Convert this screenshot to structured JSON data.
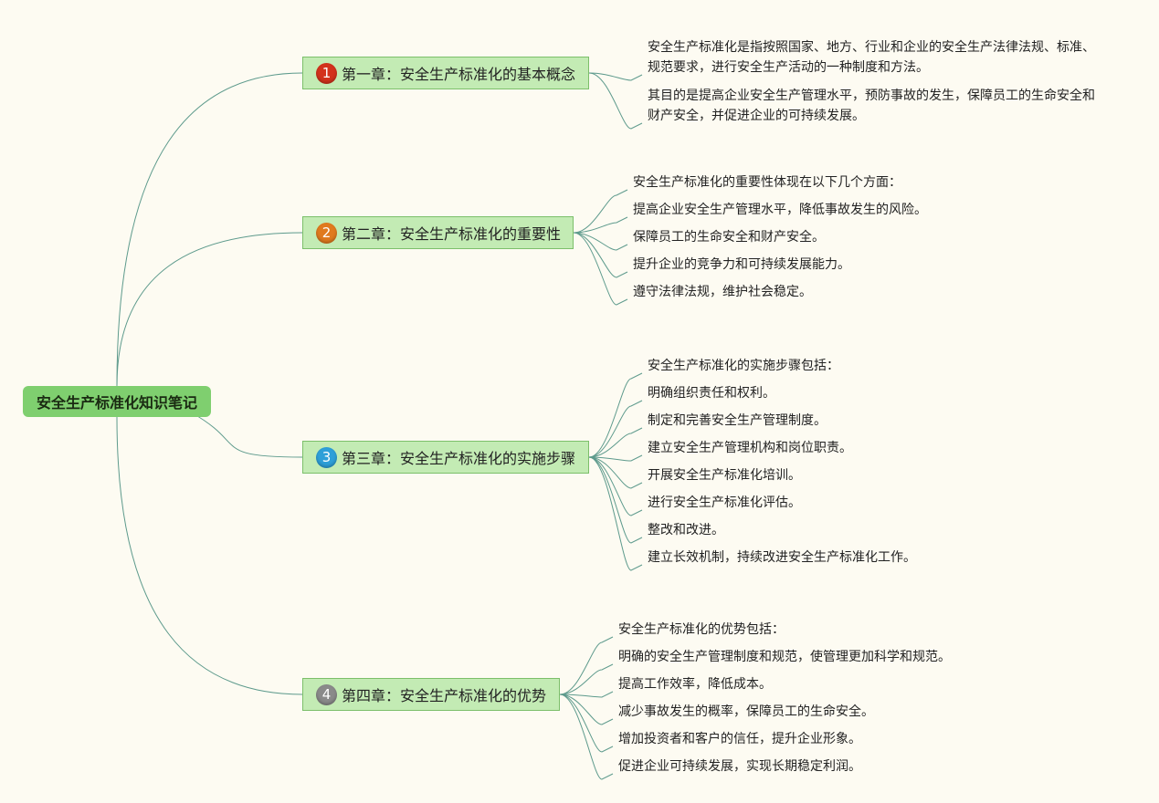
{
  "root": {
    "label": "安全生产标准化知识笔记"
  },
  "colors": {
    "line": "#5d9a8c",
    "root_bg": "#7fcf6f",
    "chapter_bg": "#c3ebb4",
    "chapter_border": "#7cbf6a"
  },
  "chapters": [
    {
      "num": "1",
      "badge_color": "#d3321c",
      "label": "第一章：安全生产标准化的基本概念",
      "items": [
        [
          "安全生产标准化是指按照国家、地方、行业和企业的安全生产法律法规、标准、",
          "规范要求，进行安全生产活动的一种制度和方法。"
        ],
        [
          "其目的是提高企业安全生产管理水平，预防事故的发生，保障员工的生命安全和",
          "财产安全，并促进企业的可持续发展。"
        ]
      ]
    },
    {
      "num": "2",
      "badge_color": "#e07a1e",
      "label": "第二章：安全生产标准化的重要性",
      "items": [
        [
          "安全生产标准化的重要性体现在以下几个方面："
        ],
        [
          "提高企业安全生产管理水平，降低事故发生的风险。"
        ],
        [
          "保障员工的生命安全和财产安全。"
        ],
        [
          "提升企业的竞争力和可持续发展能力。"
        ],
        [
          "遵守法律法规，维护社会稳定。"
        ]
      ]
    },
    {
      "num": "3",
      "badge_color": "#2e9fd8",
      "label": "第三章：安全生产标准化的实施步骤",
      "items": [
        [
          "安全生产标准化的实施步骤包括："
        ],
        [
          "明确组织责任和权利。"
        ],
        [
          "制定和完善安全生产管理制度。"
        ],
        [
          "建立安全生产管理机构和岗位职责。"
        ],
        [
          "开展安全生产标准化培训。"
        ],
        [
          "进行安全生产标准化评估。"
        ],
        [
          "整改和改进。"
        ],
        [
          "建立长效机制，持续改进安全生产标准化工作。"
        ]
      ]
    },
    {
      "num": "4",
      "badge_color": "#8a8a8a",
      "label": "第四章：安全生产标准化的优势",
      "items": [
        [
          "安全生产标准化的优势包括："
        ],
        [
          "明确的安全生产管理制度和规范，使管理更加科学和规范。"
        ],
        [
          "提高工作效率，降低成本。"
        ],
        [
          "减少事故发生的概率，保障员工的生命安全。"
        ],
        [
          "增加投资者和客户的信任，提升企业形象。"
        ],
        [
          "促进企业可持续发展，实现长期稳定利润。"
        ]
      ]
    }
  ]
}
